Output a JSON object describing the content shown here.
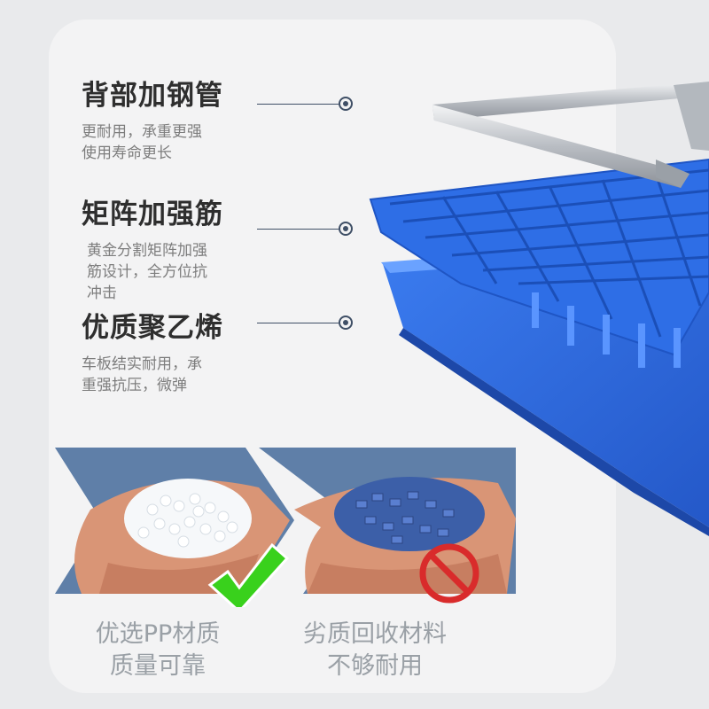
{
  "features": [
    {
      "title": "背部加钢管",
      "desc": [
        "更耐用，承重更强",
        "使用寿命更长"
      ],
      "icon": "target-dot-icon"
    },
    {
      "title": "矩阵加强筋",
      "desc": [
        "黄金分割矩阵加强",
        "筋设计，全方位抗",
        "冲击"
      ],
      "icon": "target-dot-icon"
    },
    {
      "title": "优质聚乙烯",
      "desc": [
        "车板结实耐用，承",
        "重强抗压，微弹"
      ],
      "icon": "target-dot-icon"
    }
  ],
  "comparison": {
    "good": {
      "line1": "优选PP材质",
      "line2": "质量可靠",
      "icon": "check-icon",
      "color": "#39d11c"
    },
    "bad": {
      "line1": "劣质回收材料",
      "line2": "不够耐用",
      "icon": "prohibited-icon",
      "color": "#d92b2b"
    }
  },
  "colors": {
    "product_blue": "#2f6fe0",
    "steel": "#c9cdd2",
    "accent_line": "#3f4f66"
  }
}
